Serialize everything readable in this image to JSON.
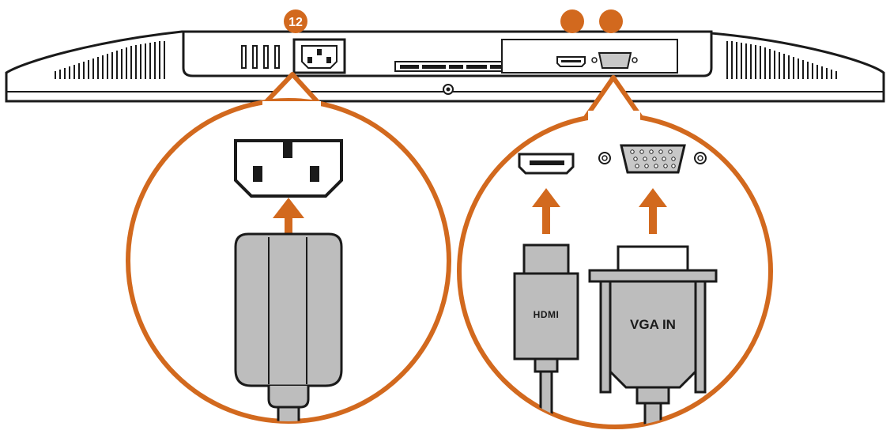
{
  "callouts": {
    "power": {
      "number": "12"
    },
    "hdmi": {
      "number": ""
    },
    "vga": {
      "number": ""
    }
  },
  "cables": {
    "hdmi_label": "HDMI",
    "vga_label": "VGA IN"
  },
  "colors": {
    "accent": "#d2691e",
    "line": "#1a1a1a",
    "cable_fill": "#bdbdbd",
    "cable_dark": "#8a8a8a",
    "port_fill": "#c8c8c8",
    "background": "#ffffff"
  }
}
